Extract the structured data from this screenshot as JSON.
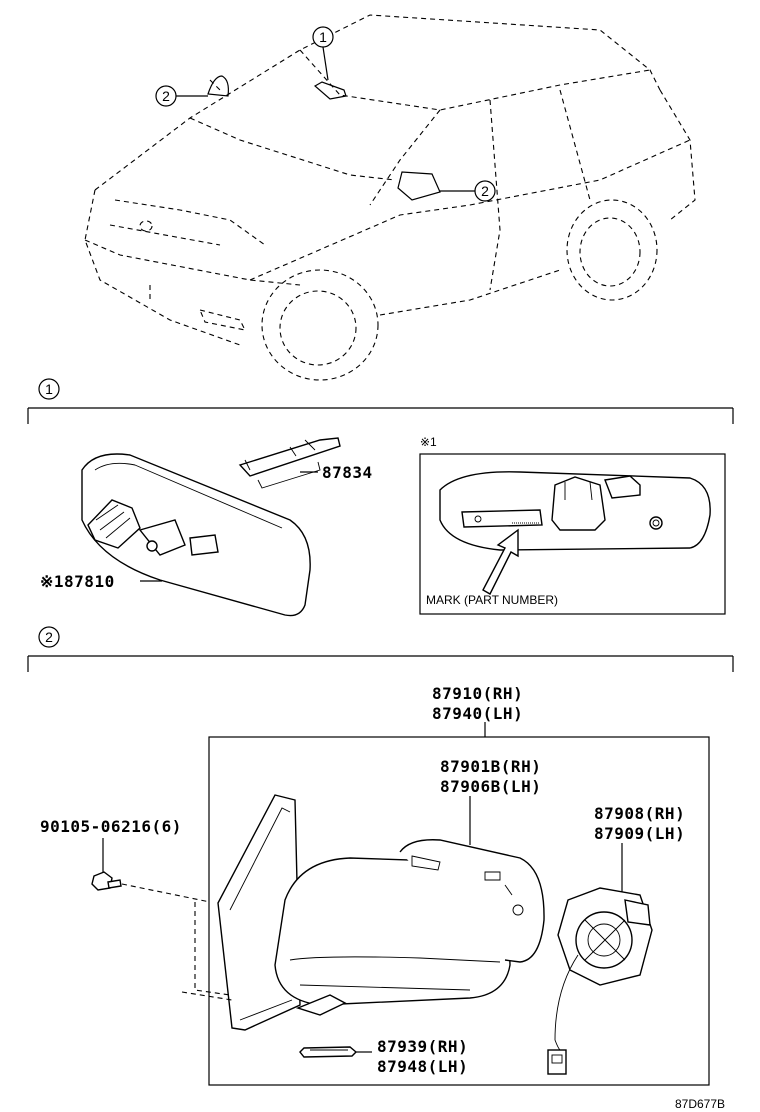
{
  "callouts": {
    "c1": "1",
    "c2": "2"
  },
  "section1": {
    "badge": "1",
    "part_87834": "87834",
    "part_87810": "※187810",
    "inset_note": "※1",
    "inset_caption": "MARK (PART NUMBER)"
  },
  "section2": {
    "badge": "2",
    "assembly_rh": "87910(RH)",
    "assembly_lh": "87940(LH)",
    "cover_rh": "87901B(RH)",
    "cover_lh": "87906B(LH)",
    "motor_rh": "87908(RH)",
    "motor_lh": "87909(LH)",
    "screw": "90105-06216(6)",
    "lamp_rh": "87939(RH)",
    "lamp_lh": "87948(LH)"
  },
  "diagram_id": "87D677B"
}
